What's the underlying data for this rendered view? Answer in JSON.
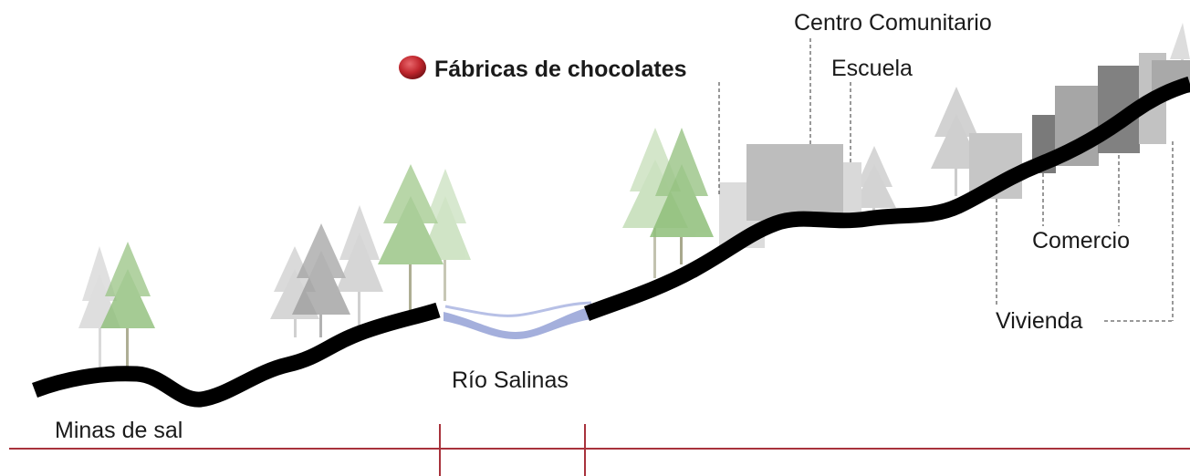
{
  "labels": {
    "chocolate_factories": "Fábricas de chocolates",
    "community_center": "Centro Comunitario",
    "school": "Escuela",
    "commerce": "Comercio",
    "housing": "Vivienda",
    "river": "Río Salinas",
    "salt_mines": "Minas de sal"
  },
  "colors": {
    "terrain": "#000000",
    "river": "#9aa6d8",
    "baseline": "#a8323c",
    "marker": "#c0262d",
    "tree_green": "#8fbf7a",
    "tree_gray": "#a9a9a9",
    "building_light": "#d3d3d3",
    "building_mid": "#b5b5b5",
    "building_dark": "#6e6e6e"
  },
  "icons": [
    "red-dot-marker-icon",
    "tree-icon"
  ]
}
